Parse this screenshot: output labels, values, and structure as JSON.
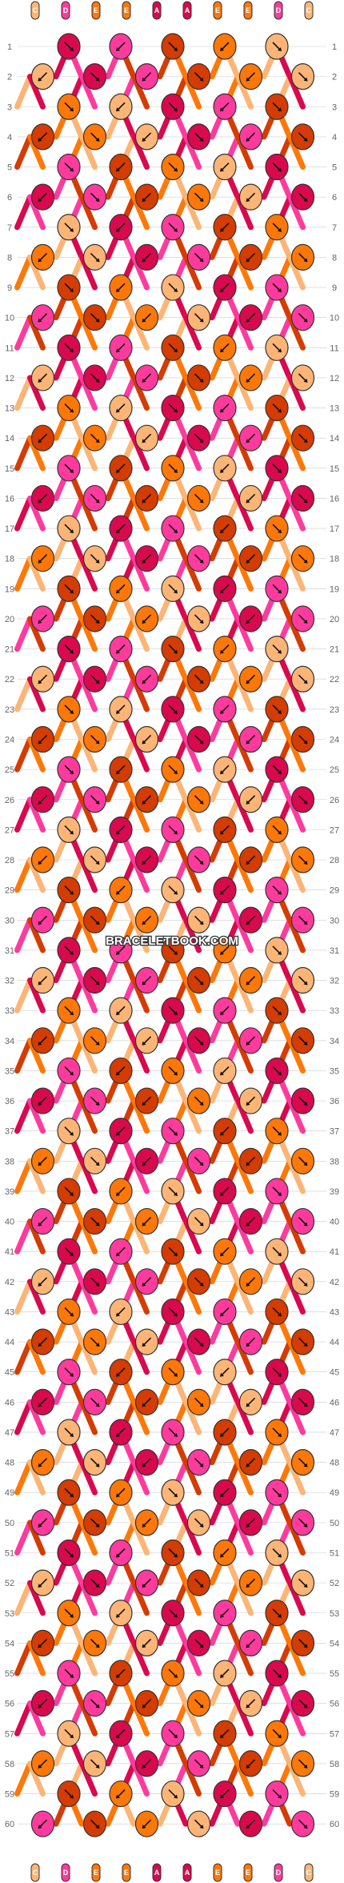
{
  "watermark": "BRACELETBOOK.COM",
  "strand_labels": [
    "C",
    "D",
    "E",
    "E",
    "A",
    "A",
    "E",
    "E",
    "D",
    "C"
  ],
  "rows_left": [
    "1",
    "2",
    "3",
    "4",
    "5",
    "6",
    "7",
    "8",
    "9",
    "10",
    "11",
    "12",
    "13",
    "14",
    "15",
    "16",
    "17",
    "18",
    "19",
    "20",
    "21",
    "22",
    "23",
    "24",
    "25",
    "26",
    "27",
    "28",
    "29",
    "30",
    "31",
    "32",
    "33",
    "34",
    "35",
    "36",
    "37",
    "38",
    "39",
    "40",
    "41",
    "42",
    "43",
    "44",
    "45",
    "46",
    "47",
    "48",
    "49",
    "50",
    "51",
    "52",
    "53",
    "54",
    "55",
    "56",
    "57",
    "58",
    "59",
    "60"
  ],
  "rows_right": [
    "1",
    "2",
    "3",
    "4",
    "5",
    "6",
    "7",
    "8",
    "9",
    "10",
    "11",
    "12",
    "13",
    "14",
    "15",
    "16",
    "17",
    "18",
    "19",
    "20",
    "21",
    "22",
    "23",
    "24",
    "25",
    "26",
    "27",
    "28",
    "29",
    "30",
    "31",
    "32",
    "33",
    "34",
    "35",
    "36",
    "37",
    "38",
    "39",
    "40",
    "41",
    "42",
    "43",
    "44",
    "45",
    "46",
    "47",
    "48",
    "49",
    "50",
    "51",
    "52",
    "53",
    "54",
    "55",
    "56",
    "57",
    "58",
    "59",
    "60"
  ],
  "colors": {
    "A": "#d9094d",
    "B": "#d43c04",
    "C": "#fcb576",
    "D": "#fe3b9d",
    "E": "#fe7809",
    "grid_line": "#cccccc",
    "knot_outline": "#333333"
  },
  "knot_icon_names": [
    "arrow-down-right-icon",
    "arrow-down-left-icon"
  ]
}
